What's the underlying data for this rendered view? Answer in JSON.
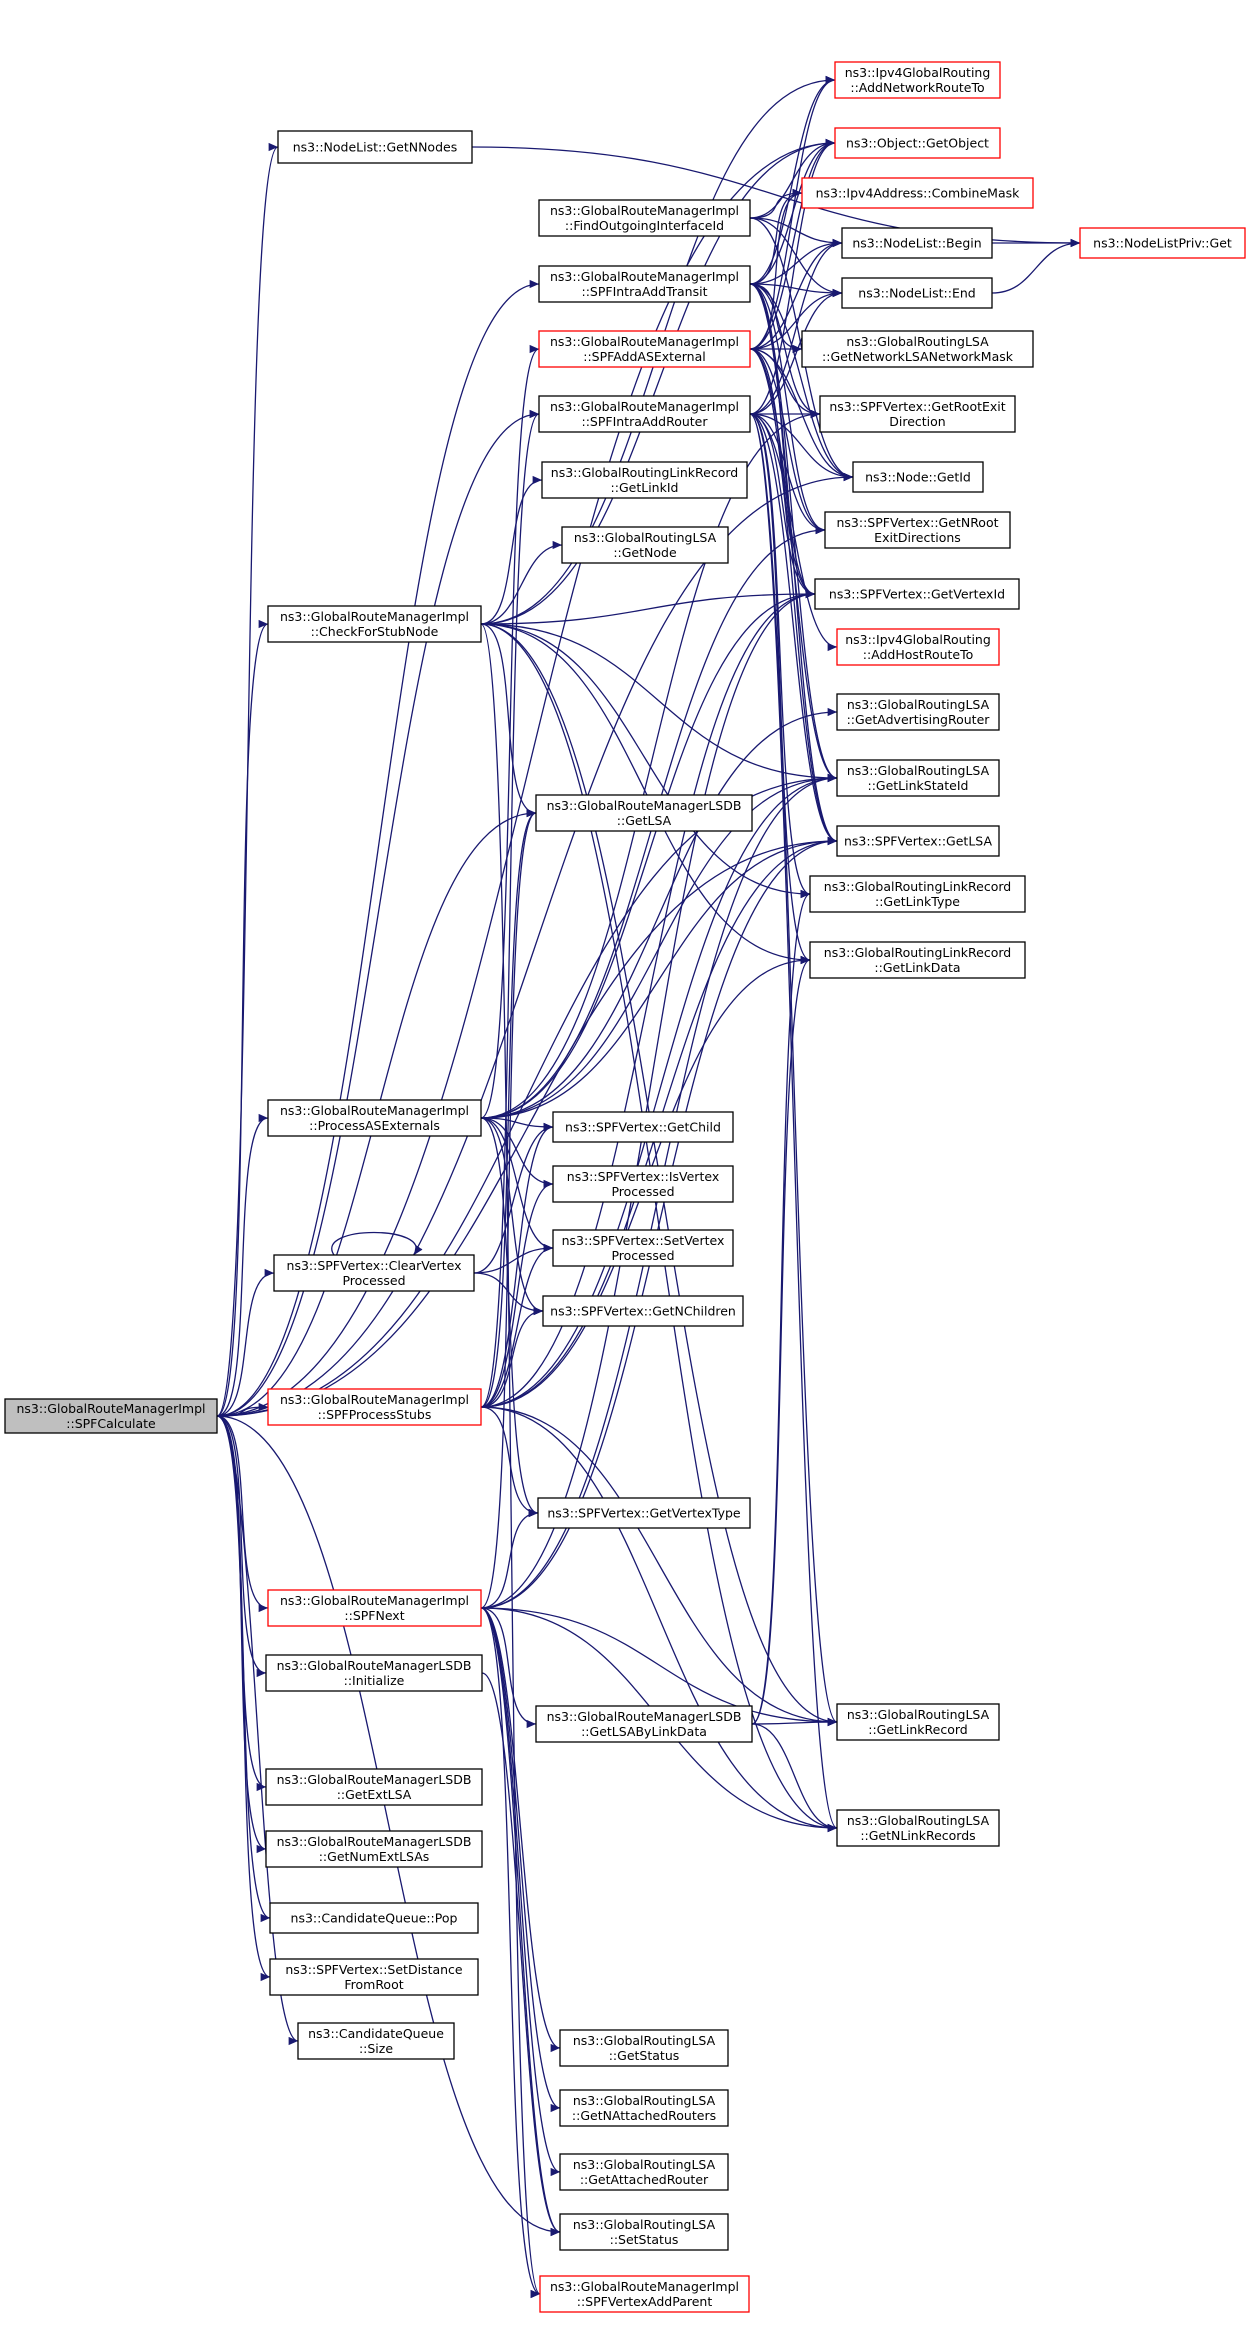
{
  "colors": {
    "edge": "#191970",
    "node_border_default": "#000000",
    "node_border_linked": "#ff0000",
    "node_fill": "#ffffff",
    "root_fill": "#bfbfbf",
    "text": "#000000"
  },
  "nodes": [
    {
      "id": "spfcalc",
      "lines": [
        "ns3::GlobalRouteManagerImpl",
        "::SPFCalculate"
      ],
      "style": "root"
    },
    {
      "id": "getnnodes",
      "lines": [
        "ns3::NodeList::GetNNodes"
      ],
      "style": "normal"
    },
    {
      "id": "checkstub",
      "lines": [
        "ns3::GlobalRouteManagerImpl",
        "::CheckForStubNode"
      ],
      "style": "normal"
    },
    {
      "id": "processasext",
      "lines": [
        "ns3::GlobalRouteManagerImpl",
        "::ProcessASExternals"
      ],
      "style": "normal"
    },
    {
      "id": "clearvertex",
      "lines": [
        "ns3::SPFVertex::ClearVertex",
        "Processed"
      ],
      "style": "normal"
    },
    {
      "id": "processstubs",
      "lines": [
        "ns3::GlobalRouteManagerImpl",
        "::SPFProcessStubs"
      ],
      "style": "linked"
    },
    {
      "id": "spfnext",
      "lines": [
        "ns3::GlobalRouteManagerImpl",
        "::SPFNext"
      ],
      "style": "linked"
    },
    {
      "id": "lsdbinit",
      "lines": [
        "ns3::GlobalRouteManagerLSDB",
        "::Initialize"
      ],
      "style": "normal"
    },
    {
      "id": "getextlsa",
      "lines": [
        "ns3::GlobalRouteManagerLSDB",
        "::GetExtLSA"
      ],
      "style": "normal"
    },
    {
      "id": "getnumextlsas",
      "lines": [
        "ns3::GlobalRouteManagerLSDB",
        "::GetNumExtLSAs"
      ],
      "style": "normal"
    },
    {
      "id": "cqpop",
      "lines": [
        "ns3::CandidateQueue::Pop"
      ],
      "style": "normal"
    },
    {
      "id": "setdist",
      "lines": [
        "ns3::SPFVertex::SetDistance",
        "FromRoot"
      ],
      "style": "normal"
    },
    {
      "id": "cqsize",
      "lines": [
        "ns3::CandidateQueue",
        "::Size"
      ],
      "style": "normal"
    },
    {
      "id": "findout",
      "lines": [
        "ns3::GlobalRouteManagerImpl",
        "::FindOutgoingInterfaceId"
      ],
      "style": "normal"
    },
    {
      "id": "intratransit",
      "lines": [
        "ns3::GlobalRouteManagerImpl",
        "::SPFIntraAddTransit"
      ],
      "style": "normal"
    },
    {
      "id": "addasext",
      "lines": [
        "ns3::GlobalRouteManagerImpl",
        "::SPFAddASExternal"
      ],
      "style": "linked"
    },
    {
      "id": "intrarouter",
      "lines": [
        "ns3::GlobalRouteManagerImpl",
        "::SPFIntraAddRouter"
      ],
      "style": "normal"
    },
    {
      "id": "linkrecid",
      "lines": [
        "ns3::GlobalRoutingLinkRecord",
        "::GetLinkId"
      ],
      "style": "normal"
    },
    {
      "id": "lsagetnode",
      "lines": [
        "ns3::GlobalRoutingLSA",
        "::GetNode"
      ],
      "style": "normal"
    },
    {
      "id": "lsdbgetlsa",
      "lines": [
        "ns3::GlobalRouteManagerLSDB",
        "::GetLSA"
      ],
      "style": "normal"
    },
    {
      "id": "getchild",
      "lines": [
        "ns3::SPFVertex::GetChild"
      ],
      "style": "normal"
    },
    {
      "id": "isvertex",
      "lines": [
        "ns3::SPFVertex::IsVertex",
        "Processed"
      ],
      "style": "normal"
    },
    {
      "id": "setvertex",
      "lines": [
        "ns3::SPFVertex::SetVertex",
        "Processed"
      ],
      "style": "normal"
    },
    {
      "id": "getnchildren",
      "lines": [
        "ns3::SPFVertex::GetNChildren"
      ],
      "style": "normal"
    },
    {
      "id": "getvertextype",
      "lines": [
        "ns3::SPFVertex::GetVertexType"
      ],
      "style": "normal"
    },
    {
      "id": "getlsabylink",
      "lines": [
        "ns3::GlobalRouteManagerLSDB",
        "::GetLSAByLinkData"
      ],
      "style": "normal"
    },
    {
      "id": "lsagetstatus",
      "lines": [
        "ns3::GlobalRoutingLSA",
        "::GetStatus"
      ],
      "style": "normal"
    },
    {
      "id": "getnattached",
      "lines": [
        "ns3::GlobalRoutingLSA",
        "::GetNAttachedRouters"
      ],
      "style": "normal"
    },
    {
      "id": "getattached",
      "lines": [
        "ns3::GlobalRoutingLSA",
        "::GetAttachedRouter"
      ],
      "style": "normal"
    },
    {
      "id": "lsasetstatus",
      "lines": [
        "ns3::GlobalRoutingLSA",
        "::SetStatus"
      ],
      "style": "normal"
    },
    {
      "id": "addparent",
      "lines": [
        "ns3::GlobalRouteManagerImpl",
        "::SPFVertexAddParent"
      ],
      "style": "linked"
    },
    {
      "id": "addnetroute",
      "lines": [
        "ns3::Ipv4GlobalRouting",
        "::AddNetworkRouteTo"
      ],
      "style": "linked"
    },
    {
      "id": "getobject",
      "lines": [
        "ns3::Object::GetObject"
      ],
      "style": "linked"
    },
    {
      "id": "combinemask",
      "lines": [
        "ns3::Ipv4Address::CombineMask"
      ],
      "style": "linked"
    },
    {
      "id": "nlbegin",
      "lines": [
        "ns3::NodeList::Begin"
      ],
      "style": "normal"
    },
    {
      "id": "nlend",
      "lines": [
        "ns3::NodeList::End"
      ],
      "style": "normal"
    },
    {
      "id": "netmask",
      "lines": [
        "ns3::GlobalRoutingLSA",
        "::GetNetworkLSANetworkMask"
      ],
      "style": "normal"
    },
    {
      "id": "rootexit",
      "lines": [
        "ns3::SPFVertex::GetRootExit",
        "Direction"
      ],
      "style": "normal"
    },
    {
      "id": "nodegetid",
      "lines": [
        "ns3::Node::GetId"
      ],
      "style": "normal"
    },
    {
      "id": "nrootexit",
      "lines": [
        "ns3::SPFVertex::GetNRoot",
        "ExitDirections"
      ],
      "style": "normal"
    },
    {
      "id": "vertexid",
      "lines": [
        "ns3::SPFVertex::GetVertexId"
      ],
      "style": "normal"
    },
    {
      "id": "addhostroute",
      "lines": [
        "ns3::Ipv4GlobalRouting",
        "::AddHostRouteTo"
      ],
      "style": "linked"
    },
    {
      "id": "advrouter",
      "lines": [
        "ns3::GlobalRoutingLSA",
        "::GetAdvertisingRouter"
      ],
      "style": "normal"
    },
    {
      "id": "linkstateid",
      "lines": [
        "ns3::GlobalRoutingLSA",
        "::GetLinkStateId"
      ],
      "style": "normal"
    },
    {
      "id": "vgetlsa",
      "lines": [
        "ns3::SPFVertex::GetLSA"
      ],
      "style": "normal"
    },
    {
      "id": "linktype",
      "lines": [
        "ns3::GlobalRoutingLinkRecord",
        "::GetLinkType"
      ],
      "style": "normal"
    },
    {
      "id": "linkdata",
      "lines": [
        "ns3::GlobalRoutingLinkRecord",
        "::GetLinkData"
      ],
      "style": "normal"
    },
    {
      "id": "getlinkrecord",
      "lines": [
        "ns3::GlobalRoutingLSA",
        "::GetLinkRecord"
      ],
      "style": "normal"
    },
    {
      "id": "nlinkrecords",
      "lines": [
        "ns3::GlobalRoutingLSA",
        "::GetNLinkRecords"
      ],
      "style": "normal"
    },
    {
      "id": "nlpget",
      "lines": [
        "ns3::NodeListPriv::Get"
      ],
      "style": "linked"
    }
  ],
  "edges": [
    [
      "spfcalc",
      "getnnodes"
    ],
    [
      "spfcalc",
      "intratransit"
    ],
    [
      "spfcalc",
      "intrarouter"
    ],
    [
      "spfcalc",
      "checkstub"
    ],
    [
      "spfcalc",
      "lsdbgetlsa"
    ],
    [
      "spfcalc",
      "processasext"
    ],
    [
      "spfcalc",
      "clearvertex"
    ],
    [
      "spfcalc",
      "processstubs"
    ],
    [
      "spfcalc",
      "spfnext"
    ],
    [
      "spfcalc",
      "lsdbinit"
    ],
    [
      "spfcalc",
      "getextlsa"
    ],
    [
      "spfcalc",
      "getnumextlsas"
    ],
    [
      "spfcalc",
      "cqpop"
    ],
    [
      "spfcalc",
      "setdist"
    ],
    [
      "spfcalc",
      "cqsize"
    ],
    [
      "spfcalc",
      "linkstateid"
    ],
    [
      "spfcalc",
      "vgetlsa"
    ],
    [
      "spfcalc",
      "getobject"
    ],
    [
      "spfcalc",
      "nodegetid"
    ],
    [
      "spfcalc",
      "lsasetstatus"
    ],
    [
      "getnnodes",
      "nlpget"
    ],
    [
      "checkstub",
      "getobject"
    ],
    [
      "checkstub",
      "addnetroute"
    ],
    [
      "checkstub",
      "linkrecid"
    ],
    [
      "checkstub",
      "lsagetnode"
    ],
    [
      "checkstub",
      "lsdbgetlsa"
    ],
    [
      "checkstub",
      "vertexid"
    ],
    [
      "checkstub",
      "linkstateid"
    ],
    [
      "checkstub",
      "linktype"
    ],
    [
      "checkstub",
      "linkdata"
    ],
    [
      "checkstub",
      "getlinkrecord"
    ],
    [
      "checkstub",
      "nlinkrecords"
    ],
    [
      "checkstub",
      "addparent"
    ],
    [
      "processasext",
      "addasext"
    ],
    [
      "processasext",
      "getchild"
    ],
    [
      "processasext",
      "isvertex"
    ],
    [
      "processasext",
      "setvertex"
    ],
    [
      "processasext",
      "getnchildren"
    ],
    [
      "processasext",
      "getvertextype"
    ],
    [
      "processasext",
      "vgetlsa"
    ],
    [
      "processasext",
      "linkstateid"
    ],
    [
      "processasext",
      "advrouter"
    ],
    [
      "processasext",
      "vertexid"
    ],
    [
      "processasext",
      "rootexit"
    ],
    [
      "processasext",
      "nrootexit"
    ],
    [
      "clearvertex",
      "clearvertex"
    ],
    [
      "clearvertex",
      "getchild"
    ],
    [
      "clearvertex",
      "getnchildren"
    ],
    [
      "clearvertex",
      "setvertex"
    ],
    [
      "processstubs",
      "getchild"
    ],
    [
      "processstubs",
      "isvertex"
    ],
    [
      "processstubs",
      "setvertex"
    ],
    [
      "processstubs",
      "getnchildren"
    ],
    [
      "processstubs",
      "getvertextype"
    ],
    [
      "processstubs",
      "lsdbgetlsa"
    ],
    [
      "processstubs",
      "linkstateid"
    ],
    [
      "processstubs",
      "vgetlsa"
    ],
    [
      "processstubs",
      "vertexid"
    ],
    [
      "processstubs",
      "getlinkrecord"
    ],
    [
      "processstubs",
      "nlinkrecords"
    ],
    [
      "processstubs",
      "linkdata"
    ],
    [
      "processstubs",
      "intrarouter"
    ],
    [
      "spfnext",
      "getvertextype"
    ],
    [
      "spfnext",
      "getlsabylink"
    ],
    [
      "spfnext",
      "getlinkrecord"
    ],
    [
      "spfnext",
      "nlinkrecords"
    ],
    [
      "spfnext",
      "lsagetstatus"
    ],
    [
      "spfnext",
      "getnattached"
    ],
    [
      "spfnext",
      "getattached"
    ],
    [
      "spfnext",
      "lsasetstatus"
    ],
    [
      "spfnext",
      "addparent"
    ],
    [
      "spfnext",
      "vgetlsa"
    ],
    [
      "spfnext",
      "linkstateid"
    ],
    [
      "spfnext",
      "vertexid"
    ],
    [
      "spfnext",
      "lsdbgetlsa"
    ],
    [
      "lsdbinit",
      "lsasetstatus"
    ],
    [
      "findout",
      "getobject"
    ],
    [
      "findout",
      "nlbegin"
    ],
    [
      "findout",
      "nlend"
    ],
    [
      "findout",
      "combinemask"
    ],
    [
      "findout",
      "nodegetid"
    ],
    [
      "intratransit",
      "getobject"
    ],
    [
      "intratransit",
      "addnetroute"
    ],
    [
      "intratransit",
      "nlbegin"
    ],
    [
      "intratransit",
      "nlend"
    ],
    [
      "intratransit",
      "netmask"
    ],
    [
      "intratransit",
      "rootexit"
    ],
    [
      "intratransit",
      "nodegetid"
    ],
    [
      "intratransit",
      "nrootexit"
    ],
    [
      "intratransit",
      "vertexid"
    ],
    [
      "intratransit",
      "linkstateid"
    ],
    [
      "intratransit",
      "vgetlsa"
    ],
    [
      "intratransit",
      "combinemask"
    ],
    [
      "addasext",
      "addnetroute"
    ],
    [
      "addasext",
      "getobject"
    ],
    [
      "addasext",
      "combinemask"
    ],
    [
      "addasext",
      "nlbegin"
    ],
    [
      "addasext",
      "nlend"
    ],
    [
      "addasext",
      "netmask"
    ],
    [
      "addasext",
      "rootexit"
    ],
    [
      "addasext",
      "nodegetid"
    ],
    [
      "addasext",
      "nrootexit"
    ],
    [
      "addasext",
      "vertexid"
    ],
    [
      "addasext",
      "linkstateid"
    ],
    [
      "addasext",
      "vgetlsa"
    ],
    [
      "intrarouter",
      "getobject"
    ],
    [
      "intrarouter",
      "nlbegin"
    ],
    [
      "intrarouter",
      "nlend"
    ],
    [
      "intrarouter",
      "rootexit"
    ],
    [
      "intrarouter",
      "nodegetid"
    ],
    [
      "intrarouter",
      "nrootexit"
    ],
    [
      "intrarouter",
      "vertexid"
    ],
    [
      "intrarouter",
      "addhostroute"
    ],
    [
      "intrarouter",
      "linkdata"
    ],
    [
      "intrarouter",
      "linktype"
    ],
    [
      "intrarouter",
      "getlinkrecord"
    ],
    [
      "intrarouter",
      "nlinkrecords"
    ],
    [
      "intrarouter",
      "vgetlsa"
    ],
    [
      "nlbegin",
      "nlpget"
    ],
    [
      "nlend",
      "nlpget"
    ],
    [
      "getlsabylink",
      "getlinkrecord"
    ],
    [
      "getlsabylink",
      "nlinkrecords"
    ],
    [
      "getlsabylink",
      "linkdata"
    ],
    [
      "getlsabylink",
      "linktype"
    ]
  ]
}
